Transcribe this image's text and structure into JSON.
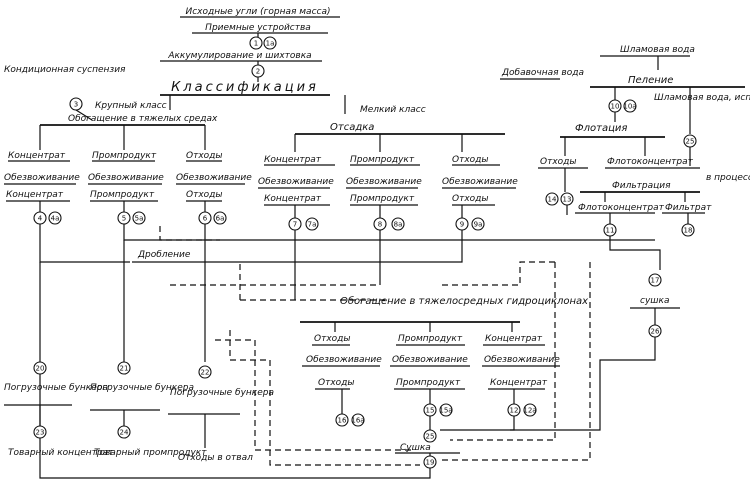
{
  "labels": {
    "source_coal": "Исходные угли (горная масса)",
    "receiving": "Приемные устройства",
    "accumulation": "Аккумулирование и шихтовка",
    "classification": "Классификация",
    "coarse": "Крупный класс",
    "dense_media": "Обогащение в тяжелых средах",
    "fine": "Мелкий класс",
    "jigging": "Отсадка",
    "suspension": "Кондиционная суспензия",
    "sludge_water": "Шламовая вода",
    "make_up_water": "Добавочная вода",
    "thickening": "Пеление",
    "recycled_water": "Шламовая вода, используемая в качестве оборотной",
    "flotation": "Флотация",
    "flot_tailings": "Отходы",
    "flot_concentrate": "Флотоконцентрат",
    "filtration": "Фильтрация",
    "flot_concentrate2": "Флотоконцентрат",
    "filtrate": "Фильтрат",
    "to_process": "в процесс",
    "crushing": "Дробление",
    "hydrocyclones": "Обогащение в тяжелосредных гидроциклонах",
    "drying_right": "сушка",
    "drying_bottom": "Сушка",
    "load_bunker1": "Погрузочные бункера",
    "load_bunker2": "Погрузочные бункера",
    "load_bunker3": "Погрузочные бункера",
    "commodity_concentrate": "Товарный концентрат",
    "commodity_middlings": "Товарный промпродукт",
    "waste_dump": "Отходы в отвал"
  },
  "dm_columns": [
    {
      "title": "Концентрат",
      "op": "Обезвоживание",
      "product": "Концентрат",
      "n1": "4",
      "n2": "4а"
    },
    {
      "title": "Промпродукт",
      "op": "Обезвоживание",
      "product": "Промпродукт",
      "n1": "5",
      "n2": "5а"
    },
    {
      "title": "Отходы",
      "op": "Обезвоживание",
      "product": "Отходы",
      "n1": "6",
      "n2": "6а"
    }
  ],
  "jig_columns": [
    {
      "title": "Концентрат",
      "op": "Обезвоживание",
      "product": "Концентрат",
      "n1": "7",
      "n2": "7а"
    },
    {
      "title": "Промпродукт",
      "op": "Обезвоживание",
      "product": "Промпродукт",
      "n1": "8",
      "n2": "8а"
    },
    {
      "title": "Отходы",
      "op": "Обезвоживание",
      "product": "Отходы",
      "n1": "9",
      "n2": "9а"
    }
  ],
  "hc_columns": [
    {
      "title": "Отходы",
      "op": "Обезвоживание",
      "product": "Отходы",
      "n1": "16",
      "n2": "16а"
    },
    {
      "title": "Промпродукт",
      "op": "Обезвоживание",
      "product": "Промпродукт",
      "n1": "15",
      "n2": "15а"
    },
    {
      "title": "Концентрат",
      "op": "Обезвоживание",
      "product": "Концентрат",
      "n1": "12",
      "n2": "12а"
    }
  ],
  "nodes": {
    "n1": "1",
    "n1a": "1а",
    "n2": "2",
    "n3": "3",
    "n10": "10",
    "n10a": "10а",
    "n25": "25",
    "n14": "14",
    "n13": "13",
    "n11": "11",
    "n18": "18",
    "n17": "17",
    "n26": "26",
    "n20": "20",
    "n21": "21",
    "n22": "22",
    "n23": "23",
    "n24": "24",
    "n19": "19",
    "n25b": "25"
  }
}
